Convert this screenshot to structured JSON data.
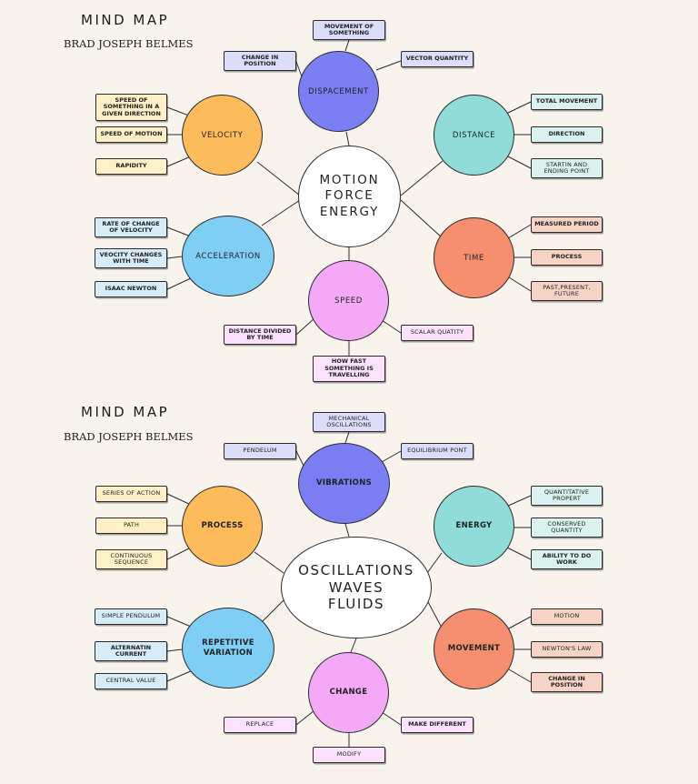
{
  "maps": [
    {
      "title": "MIND MAP",
      "author": "BRAD JOSEPH BELMES",
      "center": "MOTION\nFORCE\nENERGY",
      "nodes": {
        "displacement": {
          "label": "DISPACEMENT",
          "color": "#7b7ef2",
          "boxes": [
            "MOVEMENT OF SOMETHING",
            "CHANGE IN POSITION",
            "VECTOR QUANTITY"
          ]
        },
        "velocity": {
          "label": "VELOCITY",
          "color": "#fdbb5c",
          "boxes": [
            "SPEED OF SOMETHING IN A GIVEN DIRECTION",
            "SPEED OF MOTION",
            "RAPIDITY"
          ]
        },
        "distance": {
          "label": "DISTANCE",
          "color": "#8fdcd8",
          "boxes": [
            "TOTAL MOVEMENT",
            "DIRECTION",
            "STARTIN AND ENDING POINT"
          ]
        },
        "acceleration": {
          "label": "ACCELERATION",
          "color": "#7fcff5",
          "boxes": [
            "RATE OF CHANGE OF VELOCITY",
            "VEOCITY CHANGES WITH TIME",
            "ISAAC NEWTON"
          ]
        },
        "time": {
          "label": "TIME",
          "color": "#f58f6f",
          "boxes": [
            "MEASURED PERIOD",
            "PROCESS",
            "PAST,PRESENT, FUTURE"
          ]
        },
        "speed": {
          "label": "SPEED",
          "color": "#f3a9f5",
          "boxes": [
            "DISTANCE DIVIDED BY TIME",
            "SCALAR QUATITY",
            "HOW FAST SOMETHING IS TRAVELLING"
          ]
        }
      }
    },
    {
      "title": "MIND MAP",
      "author": "BRAD JOSEPH BELMES",
      "center": "OSCILLATIONS\nWAVES\nFLUIDS",
      "nodes": {
        "vibrations": {
          "label": "VIBRATIONS",
          "color": "#7b7ef2",
          "boxes": [
            "MECHANICAL OSCILLATIONS",
            "PENDELUM",
            "EQUILIBRIUM PONT"
          ]
        },
        "process": {
          "label": "PROCESS",
          "color": "#fdbb5c",
          "boxes": [
            "SERIES OF ACTION",
            "PATH",
            "CONTINUOUS SEQUENCE"
          ]
        },
        "energy": {
          "label": "ENERGY",
          "color": "#8fdcd8",
          "boxes": [
            "QUANTITATIVE PROPERT",
            "CONSERVED QUANTITY",
            "ABILITY TO DO WORK"
          ]
        },
        "repetitive": {
          "label": "REPETITIVE VARIATION",
          "color": "#7fcff5",
          "boxes": [
            "SIMPLE PENDULUM",
            "ALTERNATIN CURRENT",
            "CENTRAL VALUE"
          ]
        },
        "movement": {
          "label": "MOVEMENT",
          "color": "#f58f6f",
          "boxes": [
            "MOTION",
            "NEWTON'S LAW",
            "CHANGE IN POSITION"
          ]
        },
        "change": {
          "label": "CHANGE",
          "color": "#f3a9f5",
          "boxes": [
            "REPLACE",
            "MAKE DIFFERENT",
            "MODIFY"
          ]
        }
      }
    }
  ],
  "box_colors": {
    "purple": "#dcdcfb",
    "yellow": "#fdefc6",
    "teal": "#d9f1ef",
    "blue": "#d6ecf8",
    "salmon": "#f7d3c6",
    "pink": "#fbe2fc"
  }
}
